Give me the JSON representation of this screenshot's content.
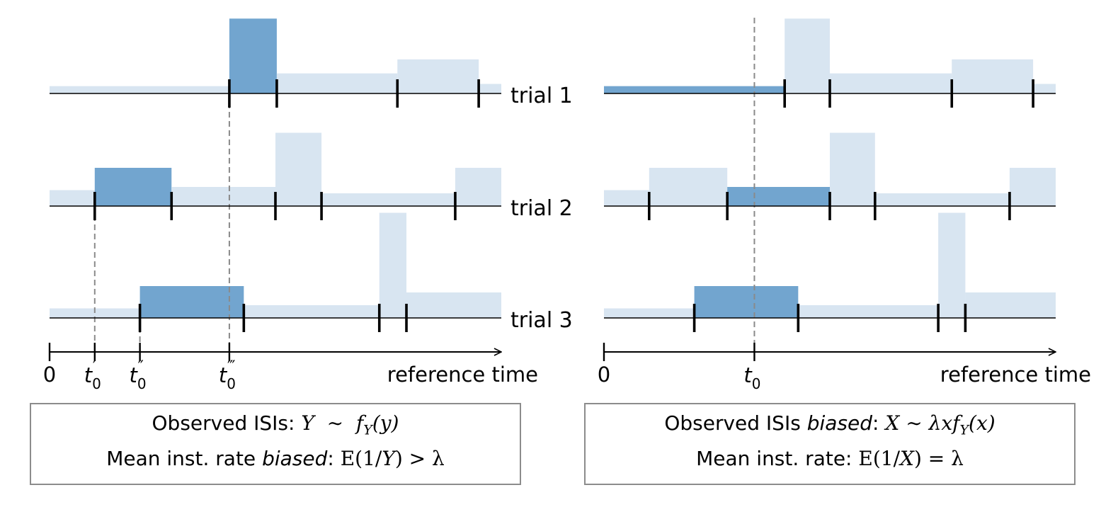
{
  "colors": {
    "light": "#d8e5f1",
    "dark": "#72a5cf",
    "guide": "#8a8a8a",
    "box_border": "#8c8c8c"
  },
  "labels": {
    "trial1": "trial 1",
    "trial2": "trial 2",
    "trial3": "trial 3",
    "axis_zero_left": "0",
    "axis_zero_right": "0",
    "axis_label_left": "reference time",
    "axis_label_right": "reference time",
    "t0_sym": "t",
    "t0_sub": "0",
    "prime1": "′",
    "prime2": "″",
    "prime3": "‴"
  },
  "captions": {
    "left": {
      "line1_text": "Observed ISIs:",
      "line1_math": "Y  ∼  f",
      "line1_math_sub": "Y",
      "line1_math_arg": "(y)",
      "line2_text_a": "Mean inst. rate",
      "line2_text_b": "biased",
      "line2_colon": ":",
      "line2_E": "E(1/",
      "line2_var": "Y",
      "line2_rest": ") > λ"
    },
    "right": {
      "line1_text_a": "Observed ISIs",
      "line1_text_b": "biased",
      "line1_colon": ":",
      "line1_math": "X ∼ λxf",
      "line1_math_sub": "Y",
      "line1_math_arg": "(x)",
      "line2_text": "Mean inst. rate:",
      "line2_E": "E(1/",
      "line2_var": "X",
      "line2_rest": ") = λ"
    }
  },
  "diagram": {
    "panels": [
      {
        "id": "left",
        "trials": [
          {
            "label_key": "trial1",
            "intervals": [
              {
                "start": 0.0,
                "end": 0.398,
                "level": 0.23,
                "highlight": false
              },
              {
                "start": 0.398,
                "end": 0.503,
                "level": 2.35,
                "highlight": true
              },
              {
                "start": 0.503,
                "end": 0.77,
                "level": 0.63,
                "highlight": false
              },
              {
                "start": 0.77,
                "end": 0.95,
                "level": 1.07,
                "highlight": false
              },
              {
                "start": 0.95,
                "end": 1.0,
                "level": 0.3,
                "highlight": false
              }
            ]
          },
          {
            "label_key": "trial2",
            "intervals": [
              {
                "start": 0.0,
                "end": 0.1,
                "level": 0.5,
                "highlight": false
              },
              {
                "start": 0.1,
                "end": 0.27,
                "level": 1.2,
                "highlight": true
              },
              {
                "start": 0.27,
                "end": 0.5,
                "level": 0.6,
                "highlight": false
              },
              {
                "start": 0.5,
                "end": 0.602,
                "level": 2.3,
                "highlight": false
              },
              {
                "start": 0.602,
                "end": 0.898,
                "level": 0.4,
                "highlight": false
              },
              {
                "start": 0.898,
                "end": 1.0,
                "level": 1.2,
                "highlight": false
              }
            ]
          },
          {
            "label_key": "trial3",
            "intervals": [
              {
                "start": 0.0,
                "end": 0.2,
                "level": 0.3,
                "highlight": false
              },
              {
                "start": 0.2,
                "end": 0.43,
                "level": 1.0,
                "highlight": true
              },
              {
                "start": 0.43,
                "end": 0.73,
                "level": 0.4,
                "highlight": false
              },
              {
                "start": 0.73,
                "end": 0.79,
                "level": 3.3,
                "highlight": false
              },
              {
                "start": 0.79,
                "end": 1.0,
                "level": 0.8,
                "highlight": false
              }
            ]
          }
        ],
        "ref_times": [
          {
            "x": 0.1,
            "primes": 1
          },
          {
            "x": 0.2,
            "primes": 2
          },
          {
            "x": 0.398,
            "primes": 3
          }
        ]
      },
      {
        "id": "right",
        "trials": [
          {
            "label_key": "",
            "intervals": [
              {
                "start": 0.0,
                "end": 0.4,
                "level": 0.23,
                "highlight": true
              },
              {
                "start": 0.4,
                "end": 0.5,
                "level": 2.35,
                "highlight": false
              },
              {
                "start": 0.5,
                "end": 0.77,
                "level": 0.63,
                "highlight": false
              },
              {
                "start": 0.77,
                "end": 0.95,
                "level": 1.07,
                "highlight": false
              },
              {
                "start": 0.95,
                "end": 1.0,
                "level": 0.3,
                "highlight": false
              }
            ]
          },
          {
            "label_key": "",
            "intervals": [
              {
                "start": 0.0,
                "end": 0.1,
                "level": 0.5,
                "highlight": false
              },
              {
                "start": 0.1,
                "end": 0.273,
                "level": 1.2,
                "highlight": false
              },
              {
                "start": 0.273,
                "end": 0.5,
                "level": 0.6,
                "highlight": true
              },
              {
                "start": 0.5,
                "end": 0.6,
                "level": 2.3,
                "highlight": false
              },
              {
                "start": 0.6,
                "end": 0.898,
                "level": 0.4,
                "highlight": false
              },
              {
                "start": 0.898,
                "end": 1.0,
                "level": 1.2,
                "highlight": false
              }
            ]
          },
          {
            "label_key": "",
            "intervals": [
              {
                "start": 0.0,
                "end": 0.2,
                "level": 0.3,
                "highlight": false
              },
              {
                "start": 0.2,
                "end": 0.43,
                "level": 1.0,
                "highlight": true
              },
              {
                "start": 0.43,
                "end": 0.74,
                "level": 0.4,
                "highlight": false
              },
              {
                "start": 0.74,
                "end": 0.8,
                "level": 3.3,
                "highlight": false
              },
              {
                "start": 0.8,
                "end": 1.0,
                "level": 0.8,
                "highlight": false
              }
            ]
          }
        ],
        "ref_times": [
          {
            "x": 0.333,
            "primes": 0
          }
        ]
      }
    ]
  }
}
